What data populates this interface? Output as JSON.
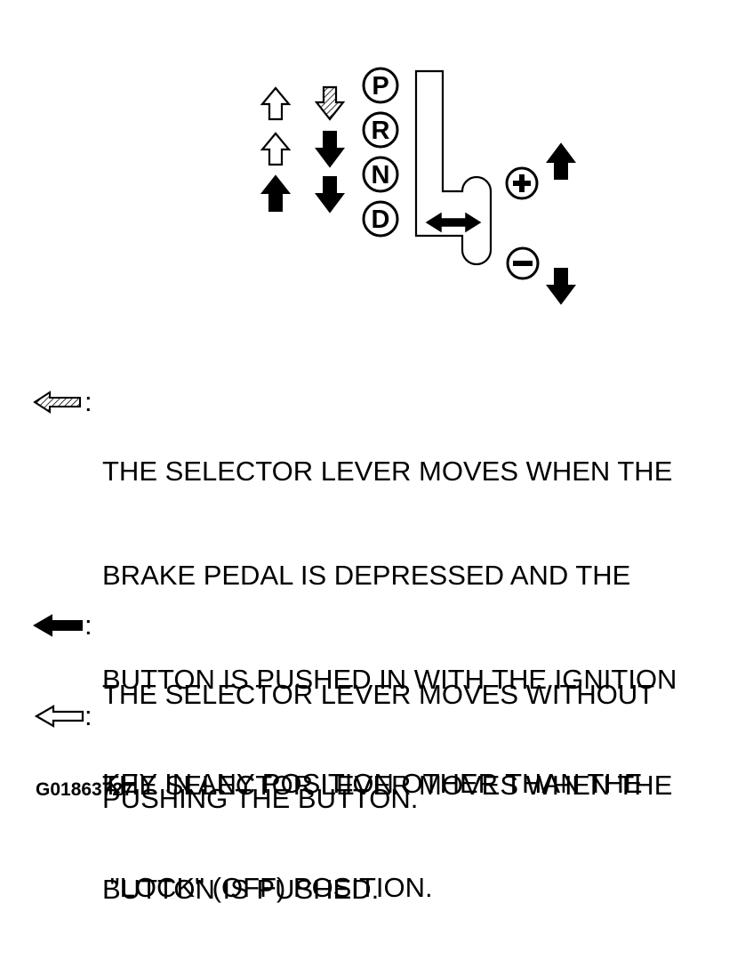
{
  "gates": [
    {
      "letter": "P",
      "name": "gate-p"
    },
    {
      "letter": "R",
      "name": "gate-r"
    },
    {
      "letter": "N",
      "name": "gate-n"
    },
    {
      "letter": "D",
      "name": "gate-d"
    }
  ],
  "manual": {
    "plus": "+",
    "minus": "−"
  },
  "legend": [
    {
      "icon": "hatched-arrow-icon",
      "colon": ":",
      "lines": [
        "THE SELECTOR LEVER MOVES WHEN THE",
        "BRAKE PEDAL IS DEPRESSED AND THE",
        "BUTTON IS PUSHED IN WITH THE IGNITION",
        "KEY IN ANY POSITION OTHER THAN THE",
        " \"LOCK\" (OFF) POSITION."
      ]
    },
    {
      "icon": "solid-arrow-icon",
      "colon": ":",
      "lines": [
        "THE SELECTOR LEVER MOVES WITHOUT",
        "PUSHING THE BUTTON."
      ]
    },
    {
      "icon": "outline-arrow-icon",
      "colon": ":",
      "lines": [
        "THE SELECTOR LEVER MOVES WHEN THE",
        "BUTTON IS PUSHED."
      ]
    }
  ],
  "figure_code": "G01863727"
}
